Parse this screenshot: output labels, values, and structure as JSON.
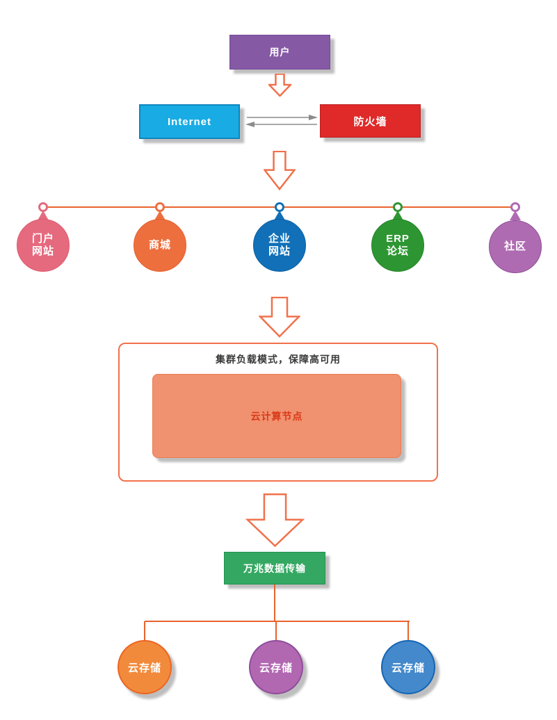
{
  "diagram": {
    "user_box": {
      "label": "用户",
      "fill": "#8659A5"
    },
    "internet_box": {
      "label": "Internet",
      "fill": "#19ACE4"
    },
    "firewall_box": {
      "label": "防火墙",
      "fill": "#E02929"
    },
    "cluster_panel": {
      "title": "集群负载模式，保障高可用"
    },
    "cloud_node_box": {
      "label": "云计算节点",
      "fill": "#F0916F",
      "text_color": "#D93918"
    },
    "transfer_box": {
      "label": "万兆数据传输",
      "fill": "#34A862"
    },
    "service_nodes": [
      {
        "label": "门户网站",
        "label_lines": [
          "门户",
          "网站"
        ],
        "fill": "#E56A7E",
        "border": "#E05A70"
      },
      {
        "label": "商城",
        "label_lines": [
          "商城"
        ],
        "fill": "#ED6F3E",
        "border": "#E65F2C"
      },
      {
        "label": "企业网站",
        "label_lines": [
          "企业",
          "网站"
        ],
        "fill": "#1170B8",
        "border": "#0C60A4"
      },
      {
        "label": "ERP论坛",
        "label_lines": [
          "ERP",
          "论坛"
        ],
        "fill": "#2D9632",
        "border": "#258329"
      },
      {
        "label": "社区",
        "label_lines": [
          "社区"
        ],
        "fill": "#AF6BB2",
        "border": "#8E4F96"
      }
    ],
    "storage_nodes": [
      {
        "label": "云存储",
        "fill": "#F28A3C",
        "border": "#ED6420"
      },
      {
        "label": "云存储",
        "fill": "#B168B1",
        "border": "#8F4C9B"
      },
      {
        "label": "云存储",
        "fill": "#4489CB",
        "border": "#1464B4"
      }
    ],
    "colors": {
      "connector_line": "#E8632C",
      "arrow_outline": "#F0714B",
      "exchange_arrow": "#8C8C8C"
    }
  }
}
